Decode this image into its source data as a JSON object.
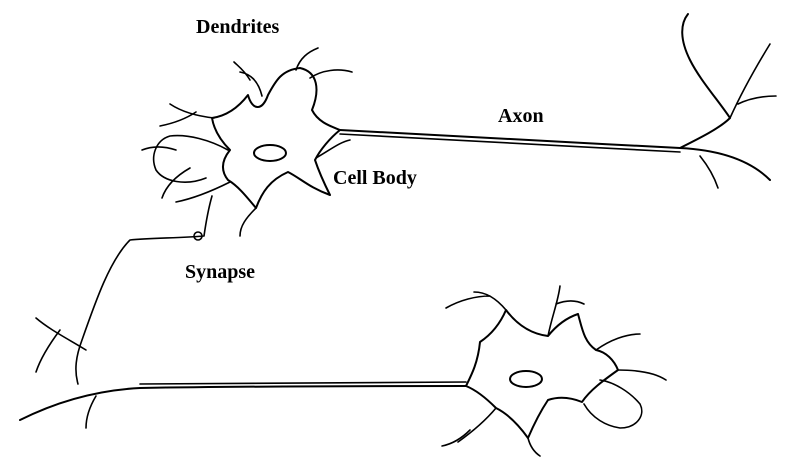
{
  "labels": {
    "dendrites": "Dendrites",
    "axon": "Axon",
    "cell_body": "Cell Body",
    "synapse": "Synapse"
  },
  "colors": {
    "stroke": "#000000",
    "background": "#ffffff"
  }
}
